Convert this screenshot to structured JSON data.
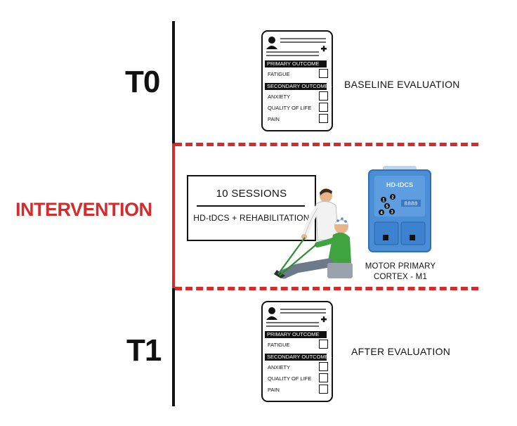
{
  "timeline": {
    "t0_label": "T0",
    "intervention_label": "INTERVENTION",
    "t1_label": "T1"
  },
  "baseline_card": {
    "primary_header": "PRIMARY OUTCOME",
    "primary_items": [
      "FATIGUE"
    ],
    "secondary_header": "SECONDARY OUTCOMES",
    "secondary_items": [
      "ANXIETY",
      "QUALITY OF LIFE",
      "PAIN"
    ]
  },
  "baseline_caption": "BASELINE EVALUATION",
  "after_card": {
    "primary_header": "PRIMARY OUTCOME",
    "primary_items": [
      "FATIGUE"
    ],
    "secondary_header": "SECONDARY OUTCOMES",
    "secondary_items": [
      "ANXIETY",
      "QUALITY OF LIFE",
      "PAIN"
    ]
  },
  "after_caption": "AFTER EVALUATION",
  "intervention": {
    "sessions_title": "10 SESSIONS",
    "sessions_subtitle": "HD-tDCS + REHABILITATION"
  },
  "device": {
    "screen_text": "HD-tDCS",
    "display_text": "8888",
    "electrodes": [
      "1",
      "2",
      "3",
      "4",
      "5"
    ],
    "caption_line1": "MOTOR PRIMARY",
    "caption_line2": "CORTEX - M1"
  },
  "colors": {
    "accent_red": "#d62b2b",
    "device_blue": "#4a8fd6",
    "patient_green": "#3fa33f",
    "band_green": "#2f8f2f"
  },
  "icons": [
    "user-icon",
    "plus-icon",
    "clinician-figure",
    "patient-figure",
    "tdcs-device"
  ]
}
